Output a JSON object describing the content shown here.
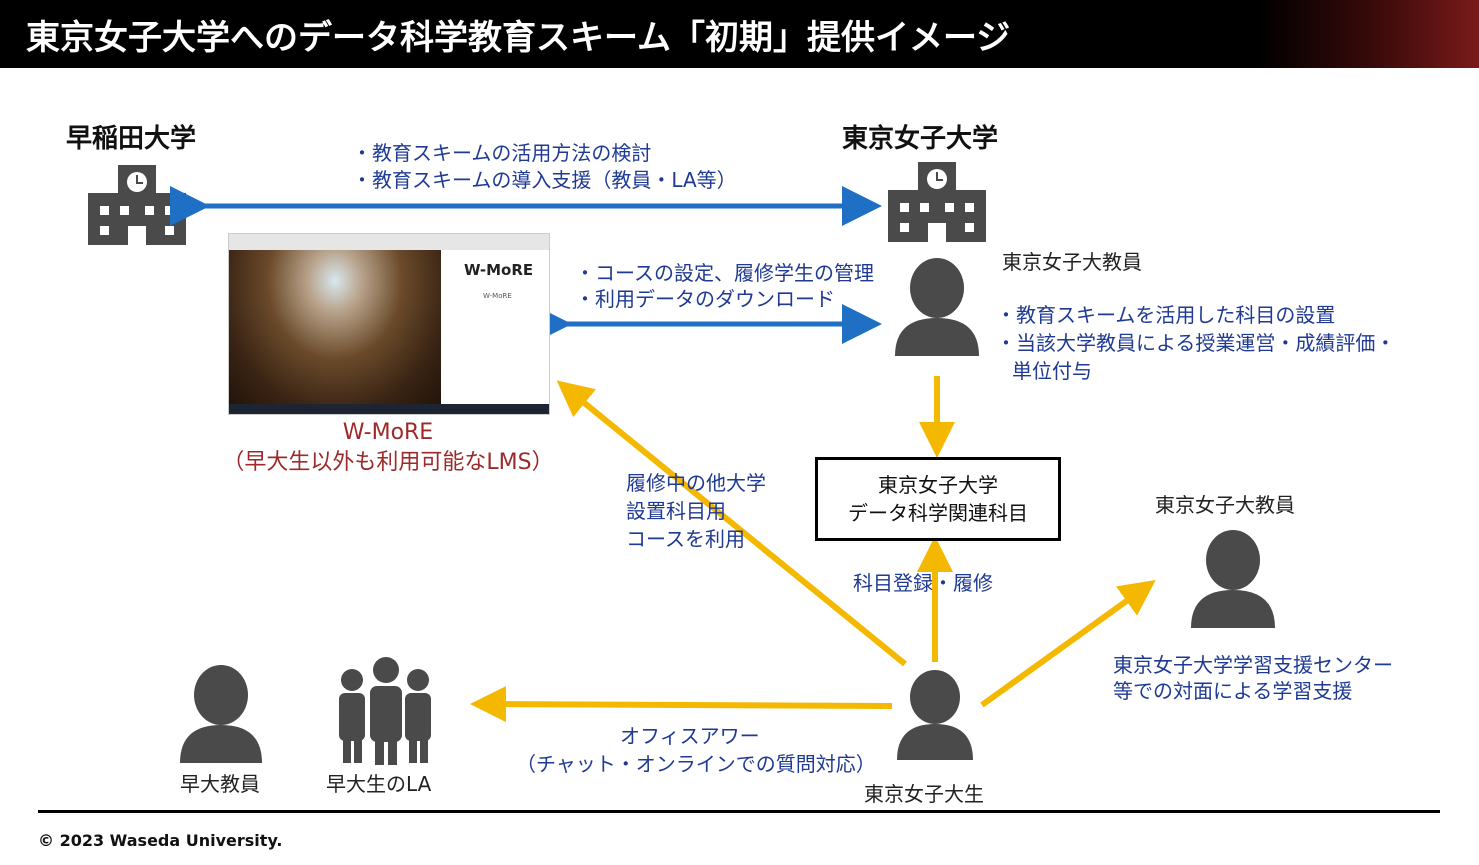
{
  "header": {
    "title": "東京女子大学へのデータ科学教育スキーム「初期」提供イメージ"
  },
  "waseda": {
    "name": "早稲田大学"
  },
  "twcu": {
    "name": "東京女子大学"
  },
  "top_link": {
    "line1": "・教育スキームの活用方法の検討",
    "line2": "・教育スキームの導入支援（教員・LA等）"
  },
  "lms": {
    "name": "W-MoRE",
    "desc": "（早大生以外も利用可能なLMS）",
    "screenshot_logo": "W-MoRE",
    "screenshot_sub": "W-MoRE"
  },
  "lms_link": {
    "line1": "・コースの設定、履修学生の管理",
    "line2": "・利用データのダウンロード"
  },
  "twcu_faculty": {
    "label": "東京女子大教員",
    "duty1": "・教育スキームを活用した科目の設置",
    "duty2": "・当該大学教員による授業運営・成績評価・",
    "duty3": "単位付与"
  },
  "course_box": {
    "line1": "東京女子大学",
    "line2": "データ科学関連科目"
  },
  "enroll_label": "科目登録・履修",
  "course_use": {
    "line1": "履修中の他大学",
    "line2": "設置科目用",
    "line3": "コースを利用"
  },
  "support_faculty": {
    "label": "東京女子大教員"
  },
  "support_center": {
    "line1": "東京女子大学学習支援センター",
    "line2": "等での対面による学習支援"
  },
  "office_hour": {
    "line1": "オフィスアワー",
    "line2": "（チャット・オンラインでの質問対応）"
  },
  "student": {
    "label": "東京女子大生"
  },
  "waseda_faculty": {
    "label": "早大教員"
  },
  "waseda_la": {
    "label": "早大生のLA"
  },
  "footer": {
    "copyright": "© 2023 Waseda University."
  },
  "colors": {
    "blue_arrow": "#1f6fc5",
    "yellow_arrow": "#f5b800",
    "icon_gray": "#4a4a4a",
    "lms_red": "#9c2a2a"
  }
}
